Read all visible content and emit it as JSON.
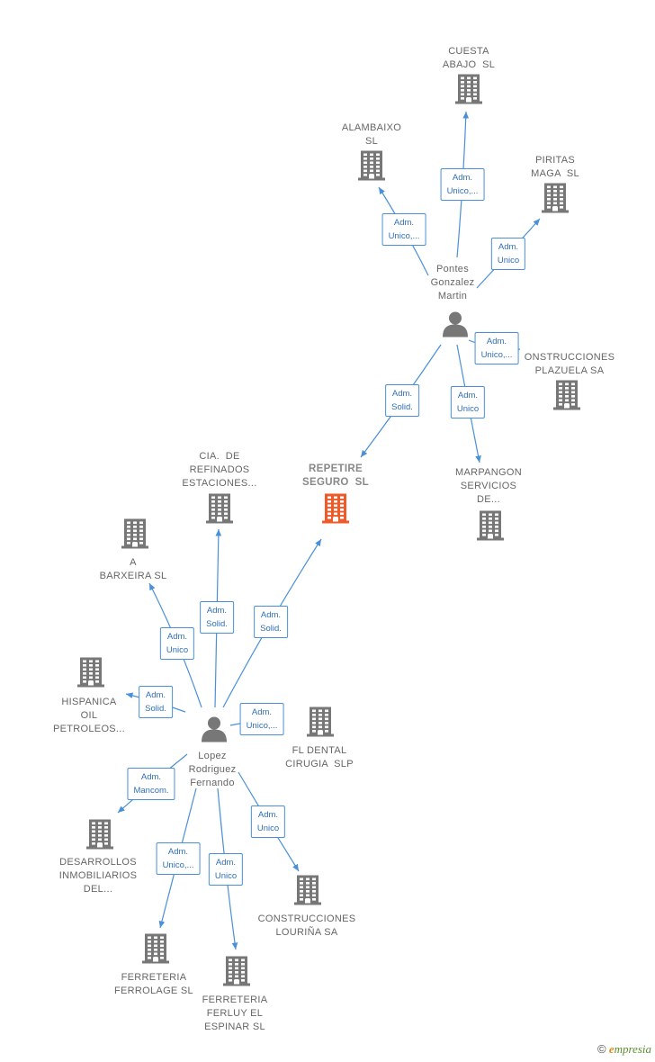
{
  "colors": {
    "company": "#777777",
    "focus_company": "#f05a28",
    "person": "#777777",
    "edge": "#4a90d9",
    "label_text": "#666666",
    "rel_text": "#2f6fb8"
  },
  "nodes": [
    {
      "id": "cuesta",
      "type": "company",
      "label": "CUESTA\nABAJO  SL"
    },
    {
      "id": "alambaixo",
      "type": "company",
      "label": "ALAMBAIXO\nSL"
    },
    {
      "id": "piritas",
      "type": "company",
      "label": "PIRITAS\nMAGA  SL"
    },
    {
      "id": "pontes",
      "type": "person",
      "label": "Pontes\nGonzalez\nMartin"
    },
    {
      "id": "plazuela",
      "type": "company",
      "label": "ONSTRUCCIONES\nPLAZUELA SA"
    },
    {
      "id": "cia",
      "type": "company",
      "label": "CIA.  DE\nREFINADOS\nESTACIONES..."
    },
    {
      "id": "repetire",
      "type": "focus",
      "label": "REPETIRE\nSEGURO  SL"
    },
    {
      "id": "marpangon",
      "type": "company",
      "label": "MARPANGON\nSERVICIOS\nDE..."
    },
    {
      "id": "barxeira",
      "type": "company",
      "label": "A\nBARXEIRA SL"
    },
    {
      "id": "hispanica",
      "type": "company",
      "label": "HISPANICA\nOIL\nPETROLEOS..."
    },
    {
      "id": "lopez",
      "type": "person",
      "label": "Lopez\nRodriguez\nFernando"
    },
    {
      "id": "fldental",
      "type": "company",
      "label": "FL DENTAL\nCIRUGIA  SLP"
    },
    {
      "id": "desarrollos",
      "type": "company",
      "label": "DESARROLLOS\nINMOBILIARIOS\nDEL..."
    },
    {
      "id": "lourina",
      "type": "company",
      "label": "CONSTRUCCIONES\nLOURIÑA SA"
    },
    {
      "id": "ferrolage",
      "type": "company",
      "label": "FERRETERIA\nFERROLAGE SL"
    },
    {
      "id": "ferluy",
      "type": "company",
      "label": "FERRETERIA\nFERLUY EL\nESPINAR SL"
    }
  ],
  "relations": [
    {
      "from": "pontes",
      "to": "cuesta",
      "label": "Adm.\nUnico,..."
    },
    {
      "from": "pontes",
      "to": "alambaixo",
      "label": "Adm.\nUnico,..."
    },
    {
      "from": "pontes",
      "to": "piritas",
      "label": "Adm.\nUnico"
    },
    {
      "from": "pontes",
      "to": "plazuela",
      "label": "Adm.\nUnico,..."
    },
    {
      "from": "pontes",
      "to": "repetire",
      "label": "Adm.\nSolid."
    },
    {
      "from": "pontes",
      "to": "marpangon",
      "label": "Adm.\nUnico"
    },
    {
      "from": "lopez",
      "to": "cia",
      "label": "Adm.\nSolid."
    },
    {
      "from": "lopez",
      "to": "repetire",
      "label": "Adm.\nSolid."
    },
    {
      "from": "lopez",
      "to": "barxeira",
      "label": "Adm.\nUnico"
    },
    {
      "from": "lopez",
      "to": "hispanica",
      "label": "Adm.\nSolid."
    },
    {
      "from": "lopez",
      "to": "fldental",
      "label": "Adm.\nUnico,..."
    },
    {
      "from": "lopez",
      "to": "desarrollos",
      "label": "Adm.\nMancom."
    },
    {
      "from": "lopez",
      "to": "lourina",
      "label": "Adm.\nUnico"
    },
    {
      "from": "lopez",
      "to": "ferrolage",
      "label": "Adm.\nUnico,..."
    },
    {
      "from": "lopez",
      "to": "ferluy",
      "label": "Adm.\nUnico"
    }
  ],
  "watermark": {
    "copyright": "©",
    "brand_first": "e",
    "brand_rest": "mpresia"
  }
}
